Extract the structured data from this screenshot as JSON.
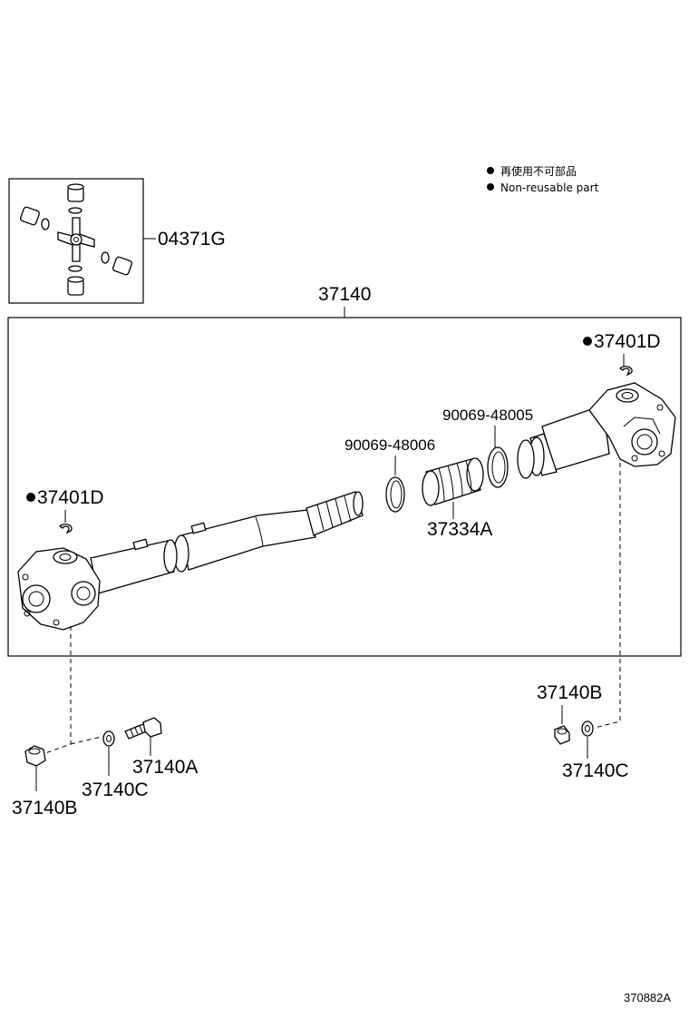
{
  "legend": {
    "items": [
      {
        "text": "再使用不可部品"
      },
      {
        "text": "Non-reusable part"
      }
    ]
  },
  "labels": {
    "spider_kit": "04371G",
    "shaft_assy": "37140",
    "snap_ring_right": "37401D",
    "snap_ring_left": "37401D",
    "ring_right": "90069-48005",
    "ring_left": "90069-48006",
    "boot": "37334A",
    "nut_right": "37140B",
    "washer_right": "37140C",
    "bolt_left": "37140A",
    "washer_left": "37140C",
    "nut_left": "37140B"
  },
  "figure_ref": "370882A"
}
